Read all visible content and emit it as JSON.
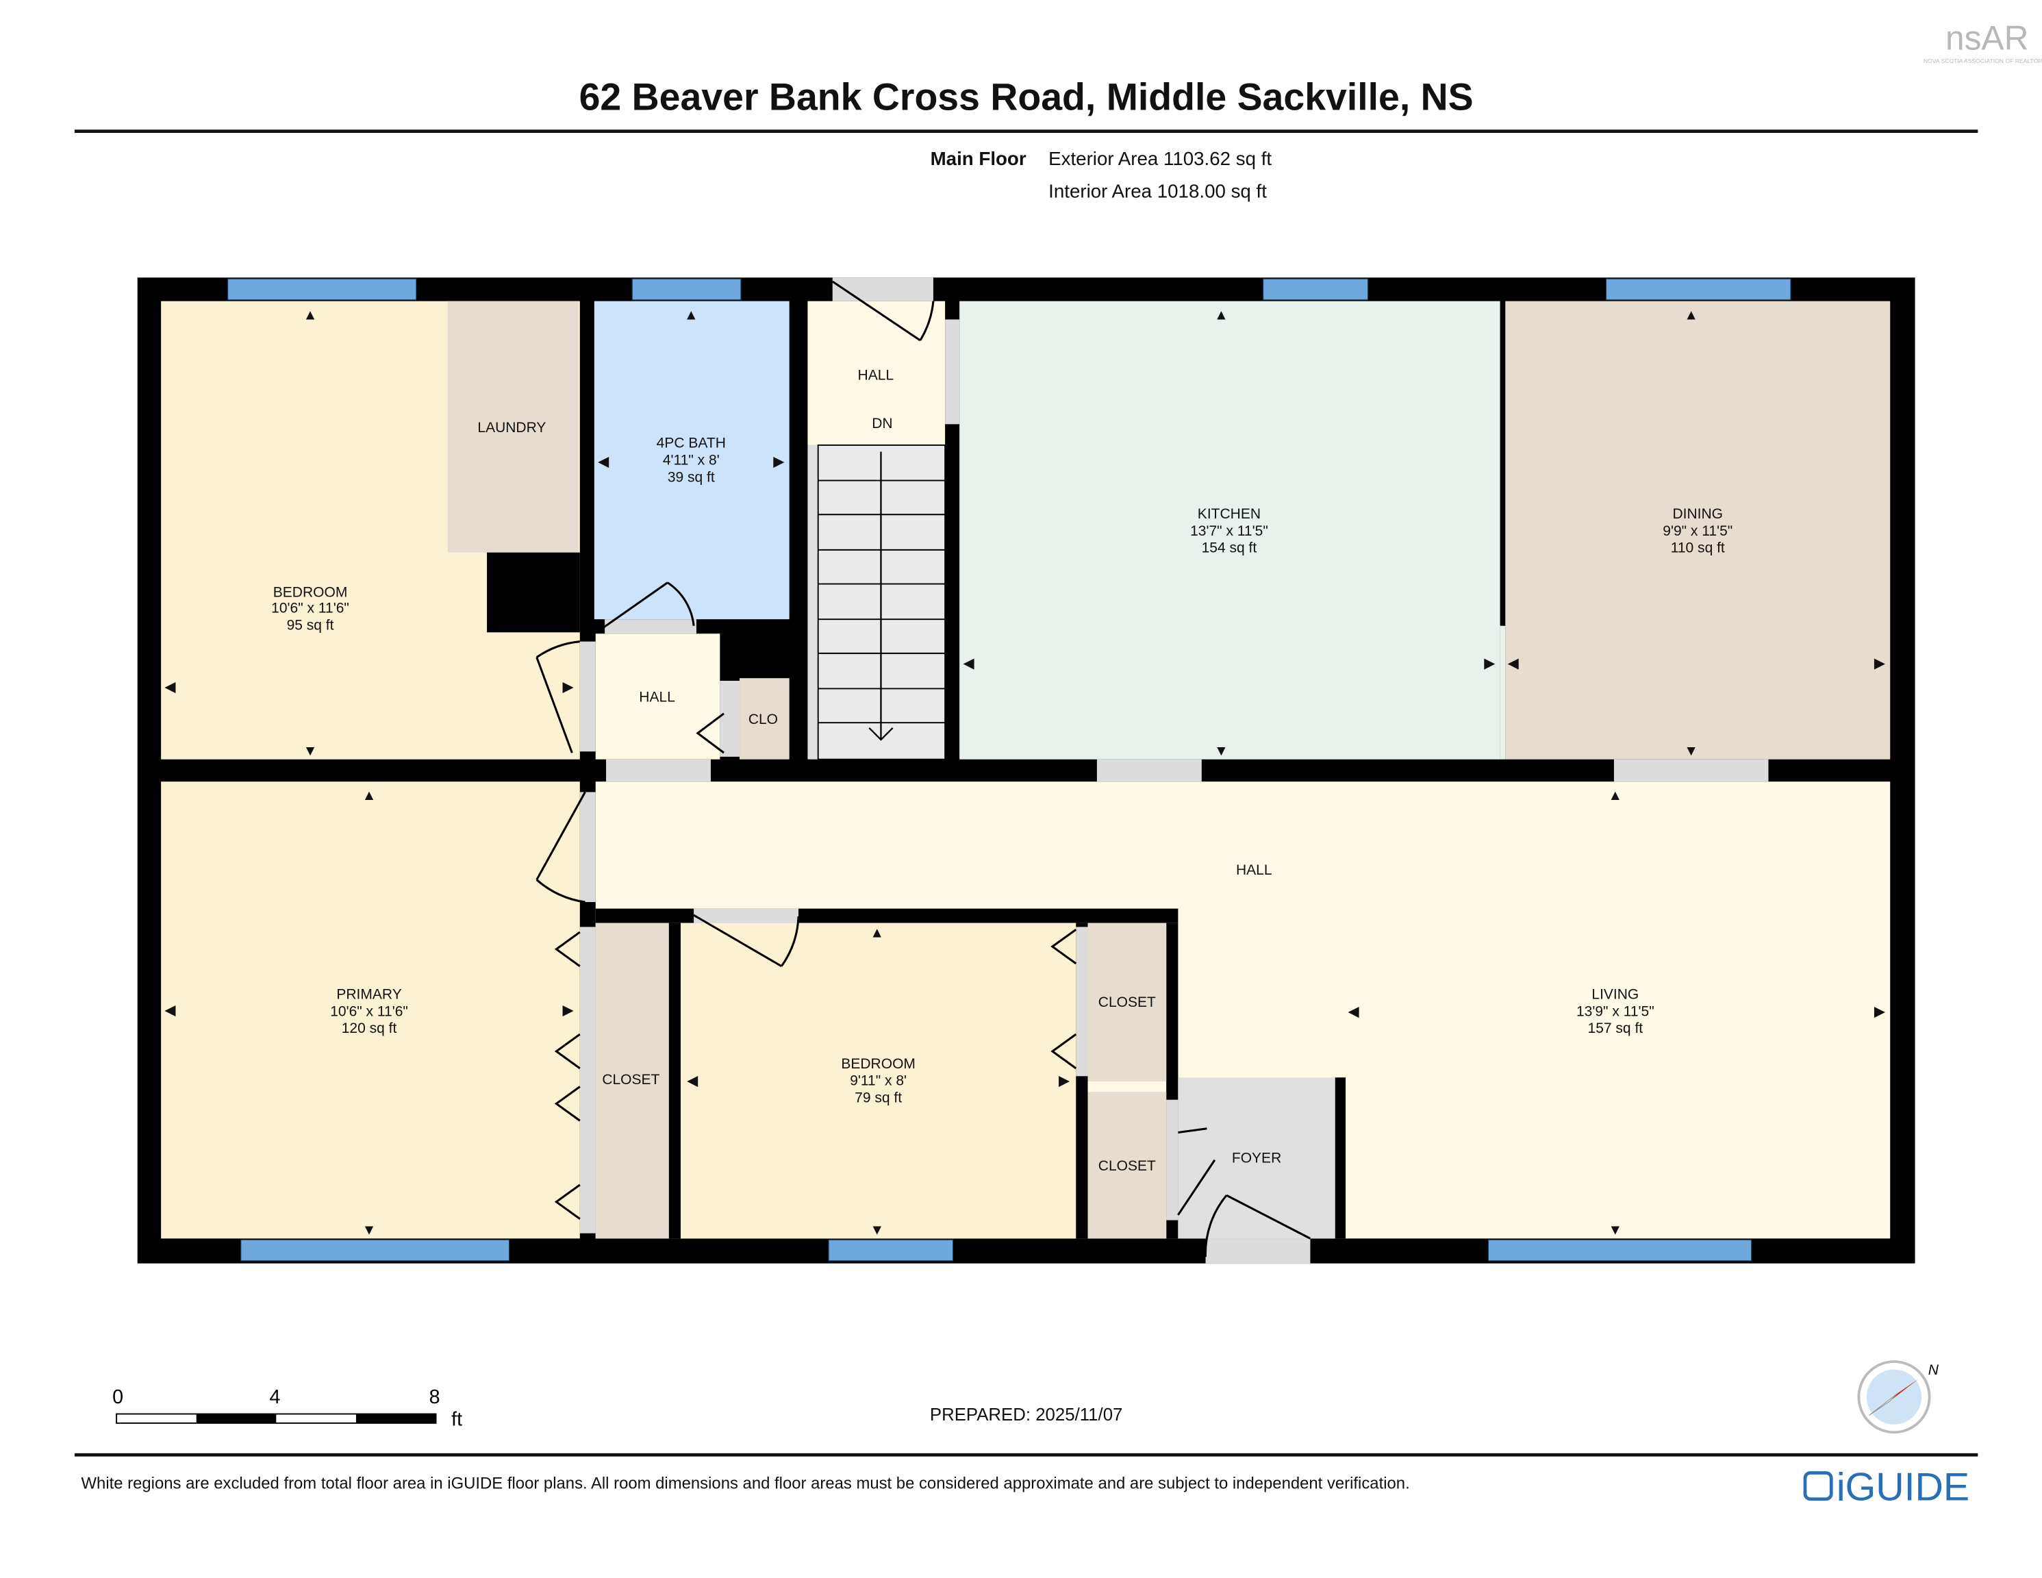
{
  "header": {
    "title": "62 Beaver Bank Cross Road, Middle Sackville, NS",
    "logo_text": "nsAR",
    "logo_subtext": "NOVA SCOTIA ASSOCIATION OF REALTORS®"
  },
  "floor_info": {
    "floor_name": "Main Floor",
    "exterior_area": "Exterior Area 1103.62 sq ft",
    "interior_area": "Interior Area 1018.00 sq ft"
  },
  "rooms": {
    "bedroom1": {
      "name": "BEDROOM",
      "dims": "10'6\" x 11'6\"",
      "area": "95 sq ft"
    },
    "laundry": {
      "name": "LAUNDRY"
    },
    "bath": {
      "name": "4PC BATH",
      "dims": "4'11\" x 8'",
      "area": "39 sq ft"
    },
    "hall_small": {
      "name": "HALL"
    },
    "clo": {
      "name": "CLO"
    },
    "hall_top": {
      "name": "HALL",
      "stairs": "DN"
    },
    "kitchen": {
      "name": "KITCHEN",
      "dims": "13'7\" x 11'5\"",
      "area": "154 sq ft"
    },
    "dining": {
      "name": "DINING",
      "dims": "9'9\" x 11'5\"",
      "area": "110 sq ft"
    },
    "hall_main": {
      "name": "HALL"
    },
    "primary": {
      "name": "PRIMARY",
      "dims": "10'6\" x 11'6\"",
      "area": "120 sq ft"
    },
    "closet1": {
      "name": "CLOSET"
    },
    "bedroom2": {
      "name": "BEDROOM",
      "dims": "9'11\" x 8'",
      "area": "79 sq ft"
    },
    "closet2": {
      "name": "CLOSET"
    },
    "closet3": {
      "name": "CLOSET"
    },
    "foyer": {
      "name": "FOYER"
    },
    "living": {
      "name": "LIVING",
      "dims": "13'9\" x 11'5\"",
      "area": "157 sq ft"
    }
  },
  "scale_bar": {
    "ticks": [
      "0",
      "4",
      "8"
    ],
    "unit": "ft"
  },
  "prepared": "PREPARED: 2025/11/07",
  "compass": {
    "north_label": "N"
  },
  "footer": {
    "disclaimer": "White regions are excluded from total floor area in iGUIDE floor plans. All room dimensions and floor areas must be considered approximate and are subject to independent verification.",
    "brand": "iGUIDE"
  },
  "colors": {
    "wall": "#000000",
    "window": "#6fa8dc",
    "bedroom": "#fbf2d3",
    "hall": "#fffae6",
    "bath": "#cce4fb",
    "kitchen": "#e8f1ec",
    "closet": "#e6ddd0",
    "stairs": "#e0e0e0",
    "brand": "#2a6fb5"
  }
}
